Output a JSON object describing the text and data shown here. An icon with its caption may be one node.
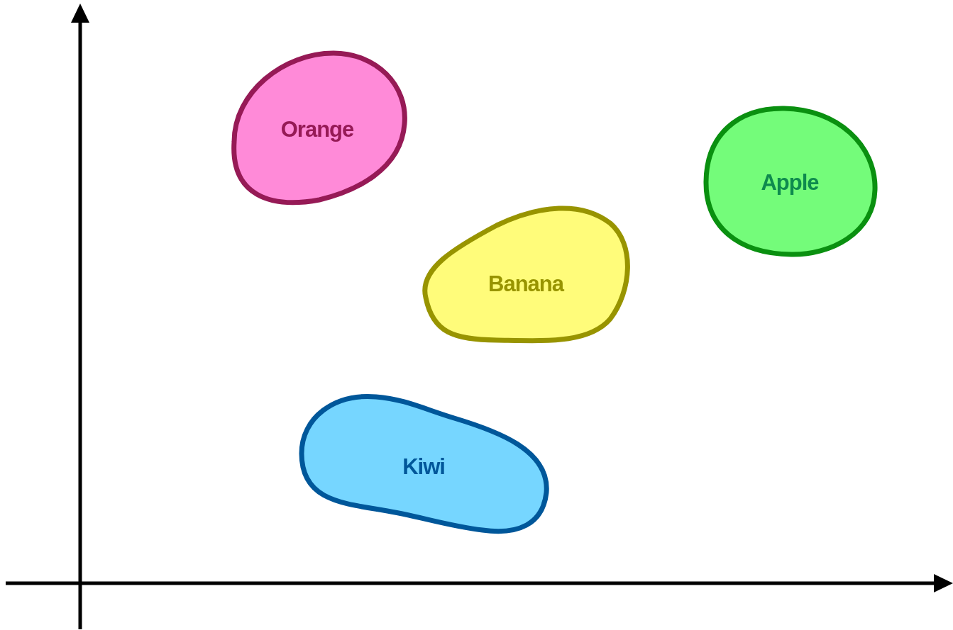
{
  "diagram": {
    "nodes": [
      {
        "text": [
          "Orange"
        ]
      },
      {
        "text": [
          "Apple"
        ]
      },
      {
        "text": [
          "Banana"
        ]
      },
      {
        "text": [
          "Kiwi"
        ]
      }
    ]
  }
}
